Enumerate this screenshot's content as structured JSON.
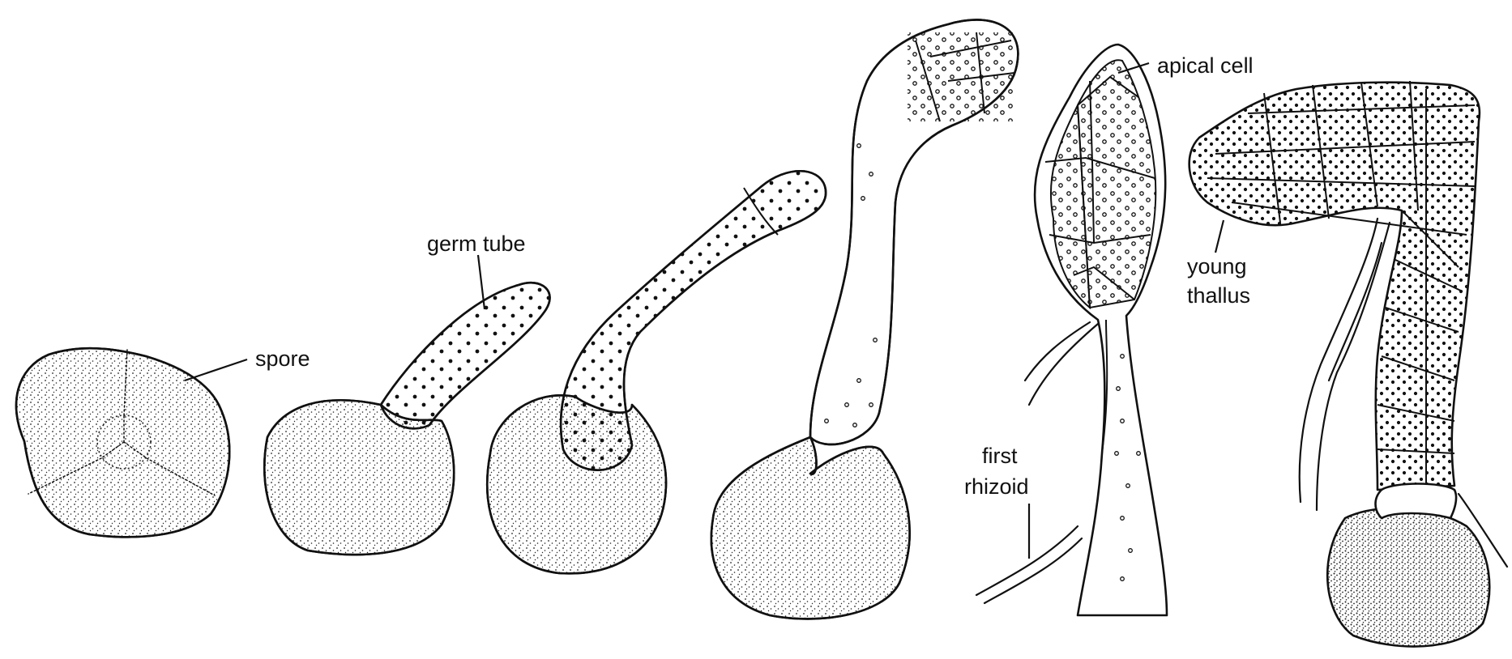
{
  "labels": {
    "spore": "spore",
    "germ_tube": "germ tube",
    "apical_cell": "apical cell",
    "first_rhizoid_line1": "first",
    "first_rhizoid_line2": "rhizoid",
    "young_thallus_line1": "young",
    "young_thallus_line2": "thallus"
  },
  "colors": {
    "ink": "#111111",
    "background": "#ffffff"
  }
}
